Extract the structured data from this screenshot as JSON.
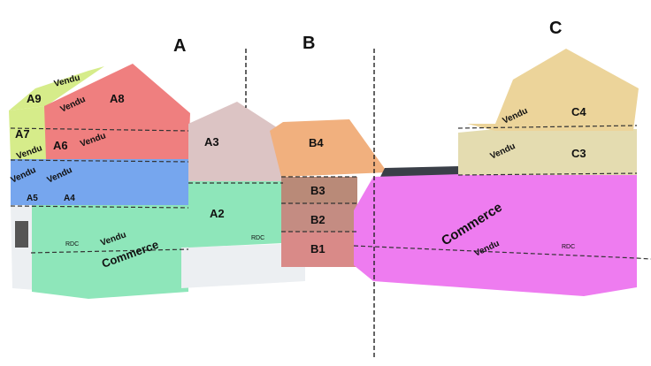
{
  "buildings": {
    "A": {
      "label": "A",
      "units": [
        "A9",
        "A8",
        "A7",
        "A6",
        "A5",
        "A4",
        "A3",
        "A2"
      ]
    },
    "B": {
      "label": "B",
      "units": [
        "B4",
        "B3",
        "B2",
        "B1"
      ]
    },
    "C": {
      "label": "C",
      "units": [
        "C4",
        "C3"
      ]
    }
  },
  "status": {
    "sold": "Vendu",
    "commerce": "Commerce",
    "ground_floor": "RDC"
  },
  "colors": {
    "lime": "#d6ec8a",
    "red": "#ef7f7f",
    "blue": "#76a6ee",
    "green": "#8ee6ba",
    "mauve": "#dcc4c4",
    "orange": "#f1b07e",
    "brown": "#b98a78",
    "magenta": "#ee7cf0",
    "yellow": "#ecd49a",
    "khaki": "#e4dcb0"
  }
}
